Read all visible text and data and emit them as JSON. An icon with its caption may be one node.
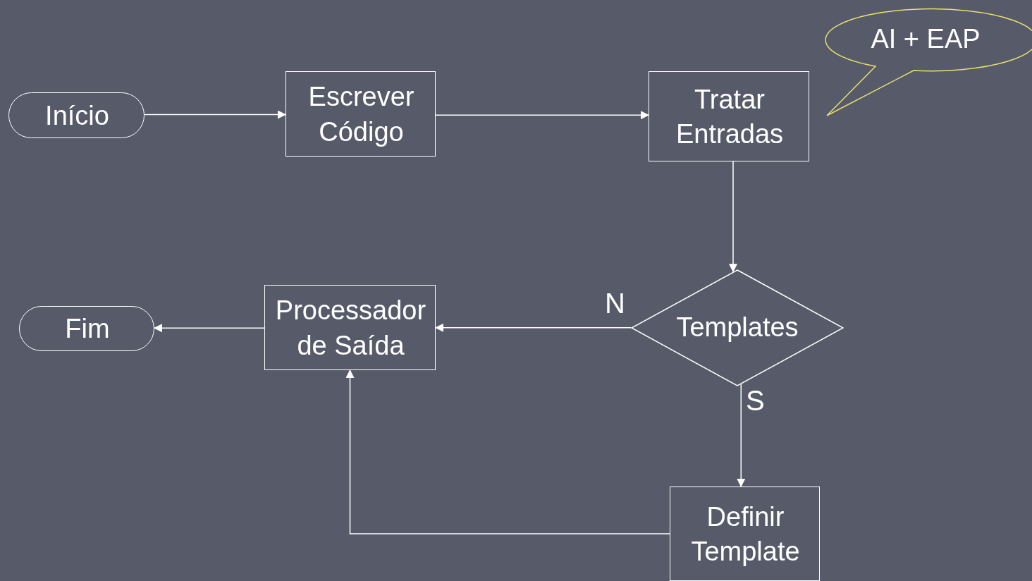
{
  "diagram": {
    "nodes": [
      {
        "text": [
          "Início"
        ]
      },
      {
        "text": [
          "Escrever Código"
        ]
      },
      {
        "text": [
          "Tratar Entradas"
        ]
      },
      {
        "text": [
          "AI + EAP"
        ]
      },
      {
        "text": [
          "Templates"
        ]
      },
      {
        "text": [
          "Processador de Saída"
        ]
      },
      {
        "text": [
          "Fim"
        ]
      },
      {
        "text": [
          "Definir Template"
        ]
      }
    ],
    "edges": [
      {
        "from": 0,
        "to": 1,
        "arrow": "to"
      },
      {
        "from": 1,
        "to": 2,
        "arrow": "to"
      },
      {
        "from": 2,
        "to": 4,
        "arrow": "to"
      },
      {
        "from": 4,
        "to": 5,
        "arrow": "to",
        "label": "N"
      },
      {
        "from": 5,
        "to": 6,
        "arrow": "to"
      },
      {
        "from": 4,
        "to": 7,
        "arrow": "to",
        "label": "S"
      },
      {
        "from": 7,
        "to": 5,
        "arrow": "to"
      }
    ]
  }
}
